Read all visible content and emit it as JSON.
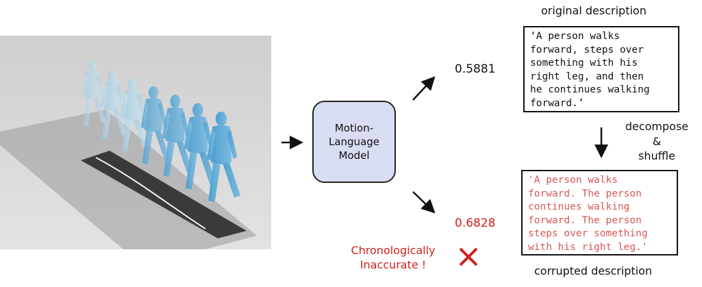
{
  "model": {
    "label": "Motion-\nLanguage\nModel"
  },
  "scores": {
    "original": "0.5881",
    "corrupted": "0.6828"
  },
  "original": {
    "caption": "original description",
    "text": "‘A person walks\nforward, steps over\nsomething with his\nright leg, and then\nhe continues walking\nforward.’"
  },
  "corrupted": {
    "caption": "corrupted description",
    "text": "'A person walks\nforward. The person\ncontinues walking\nforward. The person\nsteps over something\nwith his right leg.'"
  },
  "operation": {
    "label": "decompose\n&\nshuffle"
  },
  "error": {
    "label": "Chronologically\nInaccurate !"
  },
  "colors": {
    "error_red": "#d21f1f",
    "corrupted_text": "#d85757",
    "model_fill": "#d8ddf2"
  },
  "icons": [
    "motion-scene-illustration",
    "arrow-right-icon",
    "arrow-up-right-icon",
    "arrow-down-right-icon",
    "arrow-down-icon",
    "cross-mark-icon"
  ]
}
